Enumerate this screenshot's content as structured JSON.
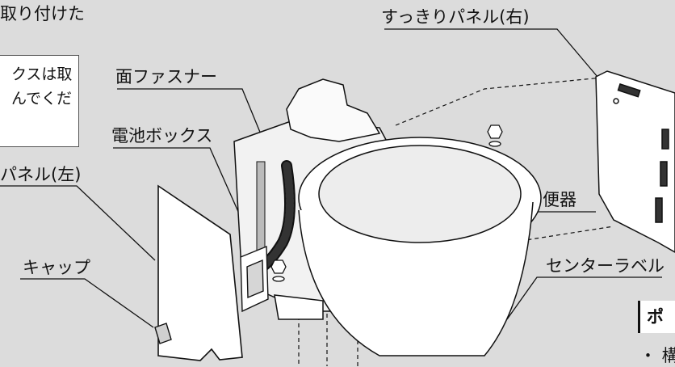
{
  "top_left_text": "取り付けた",
  "note_box": {
    "line1": "クスは取",
    "line2": "んでくだ"
  },
  "labels": {
    "right_panel": "すっきりパネル(右)",
    "fastener": "面ファスナー",
    "battery_box": "電池ボックス",
    "left_panel": "パネル(左)",
    "cap": "キャップ",
    "toilet": "便器",
    "center_label": "センターラベル"
  },
  "point_box": {
    "title": "ポ"
  },
  "bullet_text": "・ 構"
}
